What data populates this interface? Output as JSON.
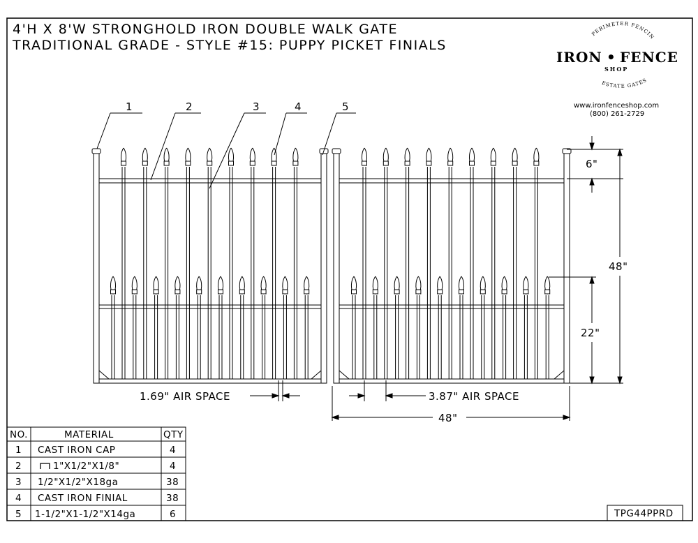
{
  "title": {
    "line1": "4'H X 8'W STRONGHOLD IRON DOUBLE WALK GATE",
    "line2": "TRADITIONAL GRADE - STYLE #15: PUPPY PICKET FINIALS"
  },
  "logo": {
    "top_arc": "PERIMETER FENCING",
    "brand_left": "IRON",
    "bullet": "•",
    "brand_right": "FENCE",
    "shop": "SHOP",
    "bottom_arc": "ESTATE GATES",
    "website": "www.ironfenceshop.com",
    "phone": "(800) 261-2729"
  },
  "callouts": [
    "1",
    "2",
    "3",
    "4",
    "5"
  ],
  "dimensions": {
    "finial_height": "6\"",
    "total_height": "48\"",
    "lower_rail": "22\"",
    "air_space_left": "1.69\" AIR SPACE",
    "air_space_right": "3.87\" AIR SPACE",
    "gate_width": "48\""
  },
  "table": {
    "headers": [
      "NO.",
      "MATERIAL",
      "QTY"
    ],
    "rows": [
      {
        "no": "1",
        "material": "CAST IRON CAP",
        "qty": "4"
      },
      {
        "no": "2",
        "material": "1\"X1/2\"X1/8\"",
        "qty": "4",
        "icon": "channel-icon"
      },
      {
        "no": "3",
        "material": "1/2\"X1/2\"X18ga",
        "qty": "38"
      },
      {
        "no": "4",
        "material": "CAST IRON FINIAL",
        "qty": "38"
      },
      {
        "no": "5",
        "material": "1-1/2\"X1-1/2\"X14ga",
        "qty": "6"
      }
    ]
  },
  "drawing_code": "TPG44PPRD"
}
